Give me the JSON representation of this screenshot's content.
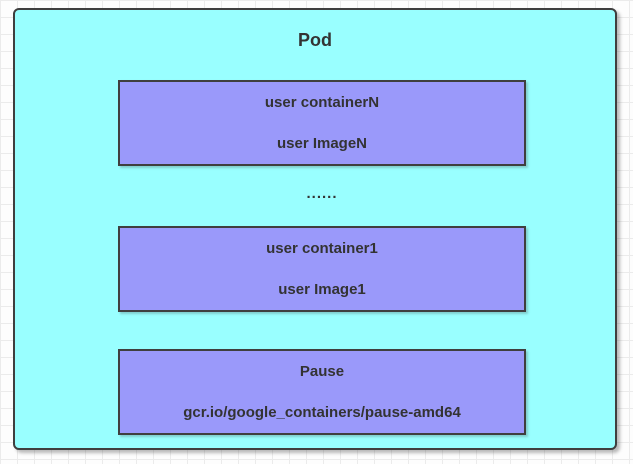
{
  "diagram": {
    "pod": {
      "title": "Pod",
      "ellipsis": "......",
      "containers": [
        {
          "line1": "user containerN",
          "line2": "user ImageN"
        },
        {
          "line1": "user container1",
          "line2": "user Image1"
        },
        {
          "line1": "Pause",
          "line2": "gcr.io/google_containers/pause-amd64"
        }
      ]
    },
    "colors": {
      "pod_fill": "#99ffff",
      "container_fill": "#9a99fa",
      "shape_border": "#3f3f3f",
      "text": "#333333",
      "canvas_background": "#fdfdfd",
      "grid_line": "#ebebeb"
    }
  }
}
